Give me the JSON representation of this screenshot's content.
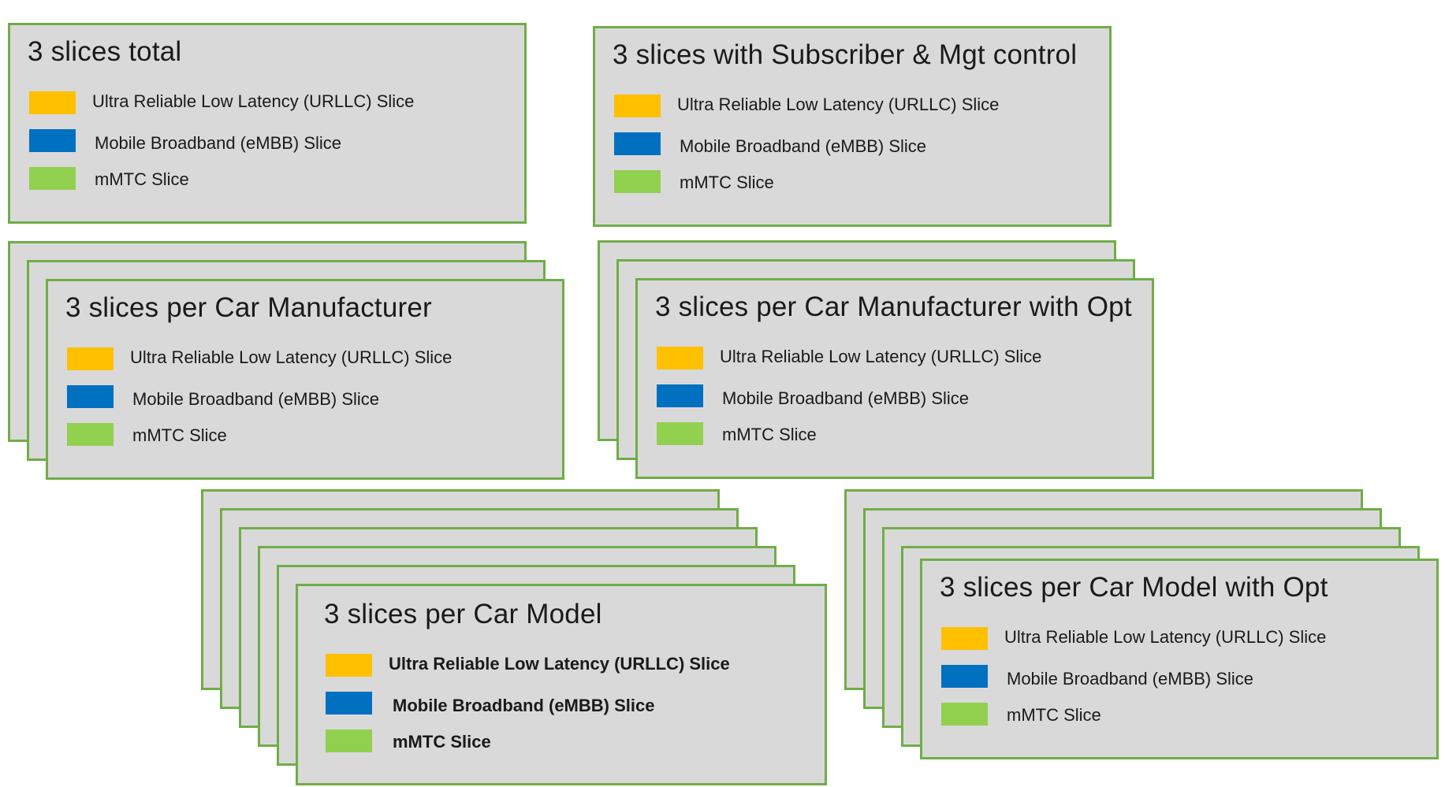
{
  "colors": {
    "border": "#70ad47",
    "card_fill": "#d9d9d9",
    "urllc": "#ffc000",
    "embb": "#0070c0",
    "mmtc": "#92d050"
  },
  "slices": {
    "urllc": "Ultra Reliable Low Latency (URLLC) Slice",
    "embb": "Mobile Broadband (eMBB) Slice",
    "mmtc": "mMTC Slice"
  },
  "groups": {
    "total": {
      "title": "3 slices total",
      "urllc": "Ultra Reliable Low Latency (URLLC) Slice",
      "embb": "Mobile Broadband (eMBB) Slice",
      "mmtc": "mMTC Slice"
    },
    "subscriber_mgt": {
      "title": "3 slices with Subscriber & Mgt control",
      "urllc": "Ultra Reliable Low Latency (URLLC) Slice",
      "embb": "Mobile Broadband (eMBB) Slice",
      "mmtc": "mMTC Slice"
    },
    "car_manufacturer": {
      "title": "3 slices per Car Manufacturer",
      "urllc": "Ultra Reliable Low Latency (URLLC) Slice",
      "embb": "Mobile Broadband (eMBB) Slice",
      "mmtc": "mMTC Slice"
    },
    "car_manufacturer_opt": {
      "title": "3 slices per Car Manufacturer with Opt",
      "urllc": "Ultra Reliable Low Latency (URLLC) Slice",
      "embb": "Mobile Broadband (eMBB) Slice",
      "mmtc": "mMTC Slice"
    },
    "car_model": {
      "title": "3 slices per Car Model",
      "urllc": "Ultra Reliable Low Latency (URLLC) Slice",
      "embb": "Mobile Broadband (eMBB) Slice",
      "mmtc": "mMTC Slice"
    },
    "car_model_opt": {
      "title": "3 slices per Car Model with Opt",
      "urllc": "Ultra Reliable Low Latency (URLLC) Slice",
      "embb": "Mobile Broadband (eMBB) Slice",
      "mmtc": "mMTC Slice"
    }
  }
}
